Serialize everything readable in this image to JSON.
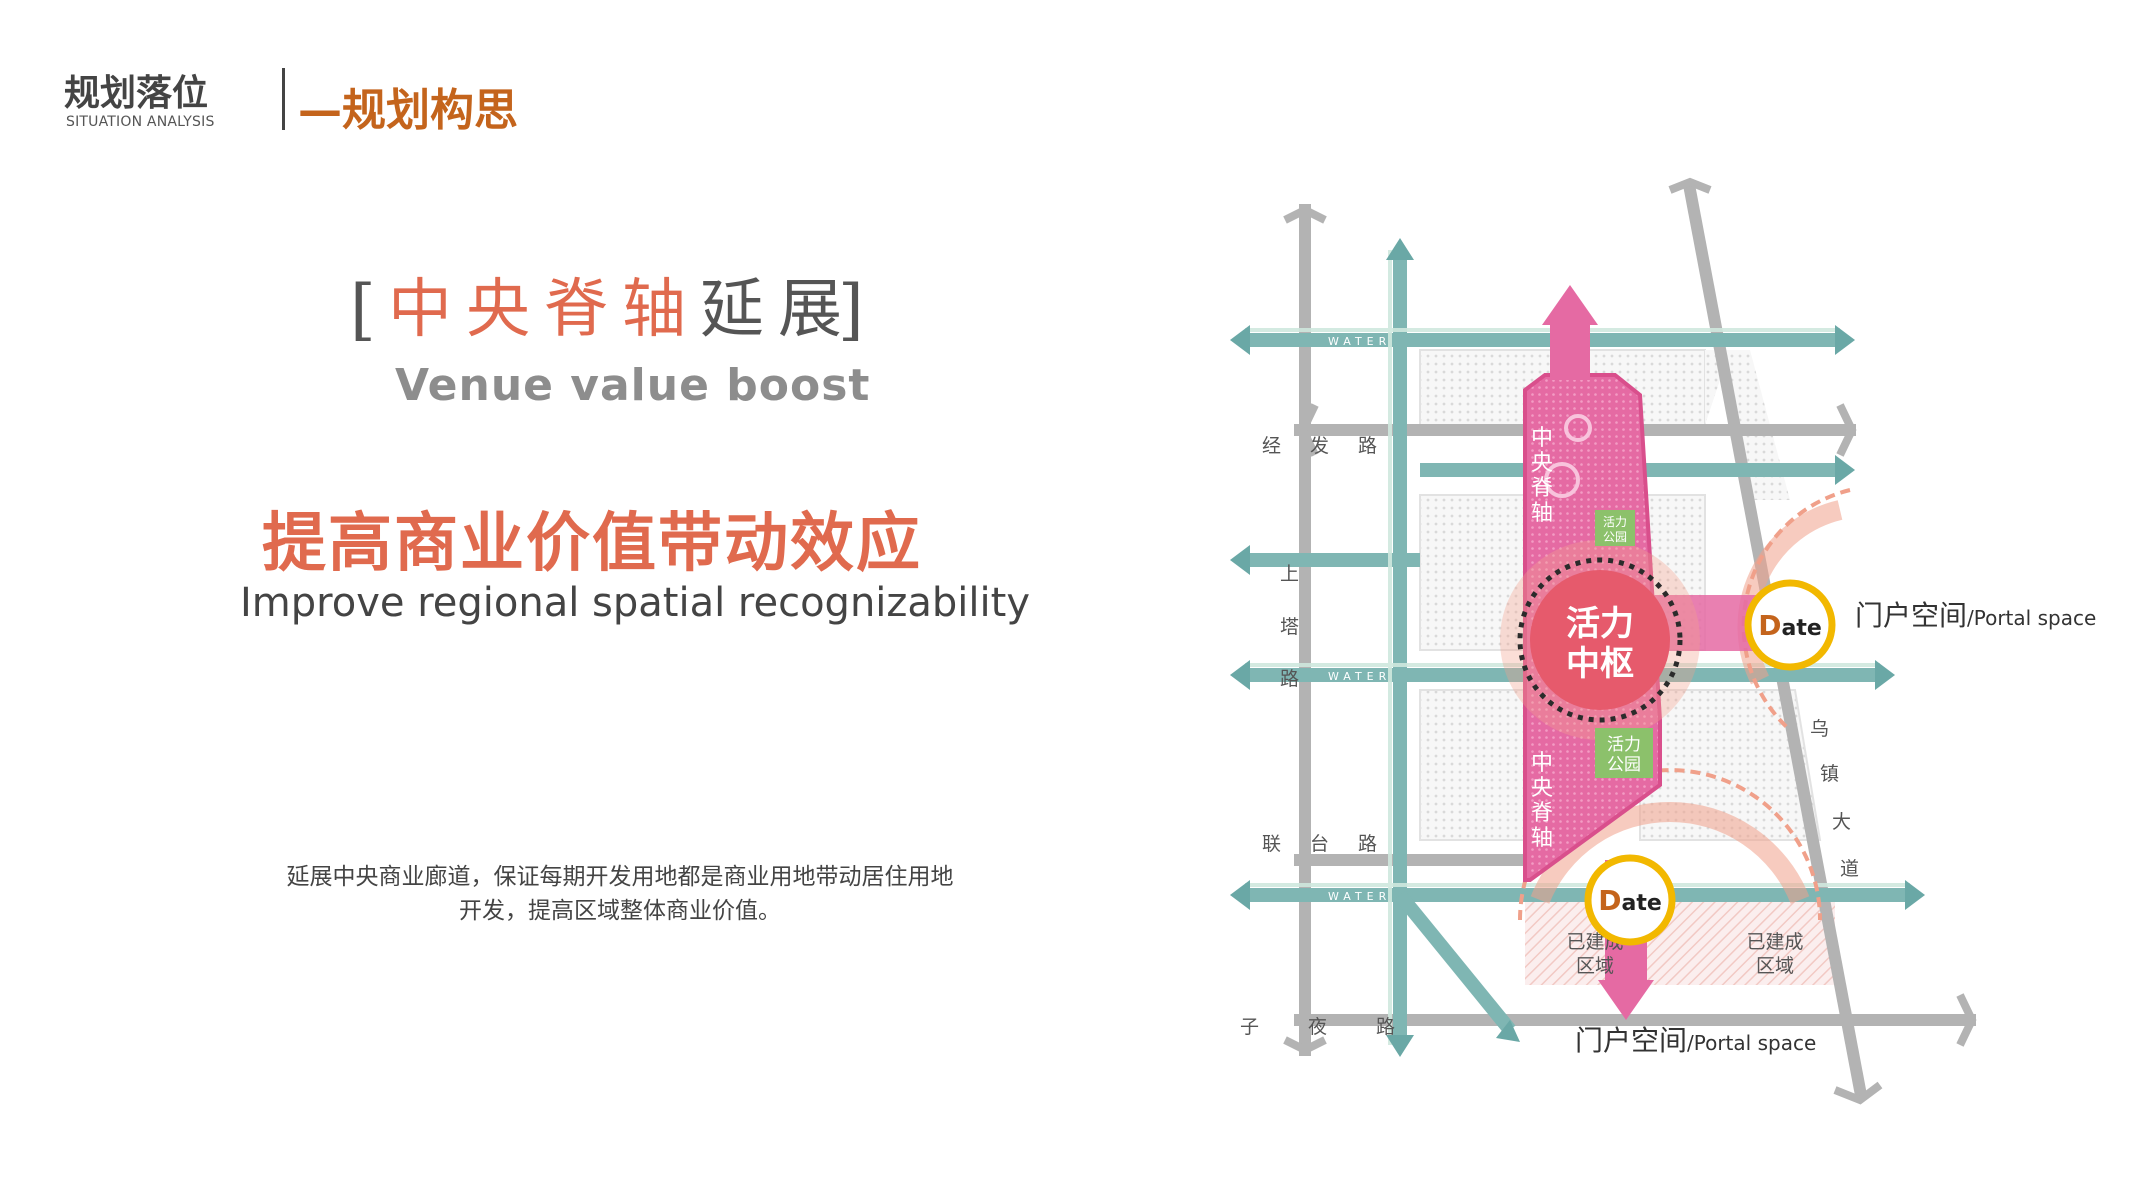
{
  "header": {
    "title": "规划落位",
    "subtitle": "SITUATION ANALYSIS",
    "accent": "—规划构思"
  },
  "heading": {
    "bracket_open": "[",
    "highlight": "中央脊轴",
    "rest": "延展",
    "bracket_close": "]",
    "english": "Venue value boost"
  },
  "slogan": {
    "chinese": "提高商业价值带动效应",
    "english": "Improve regional spatial recognizability"
  },
  "paragraph": {
    "line1": "延展中央商业廊道，保证每期开发用地都是商业用地带动居住用地",
    "line2": "开发，提高区域整体商业价值。"
  },
  "map": {
    "roads": {
      "jingfa": [
        "经",
        "发",
        "路"
      ],
      "shangta": [
        "上",
        "塔",
        "路"
      ],
      "lianhe": [
        "联",
        "台",
        "路"
      ],
      "ziye": [
        "子",
        "夜",
        "路"
      ],
      "wuzhen": [
        "乌",
        "镇",
        "大",
        "道"
      ]
    },
    "water_label": "WATER",
    "spine_label": [
      "中",
      "央",
      "脊",
      "轴"
    ],
    "hub_label": [
      "活力",
      "中枢"
    ],
    "park_label": [
      "活力",
      "公园"
    ],
    "built_label": [
      "已建成",
      "区域"
    ],
    "date_mark": {
      "d": "D",
      "rest": "ate"
    },
    "portal": {
      "cn": "门户空间",
      "en": "/Portal space"
    }
  },
  "colors": {
    "accent_orange": "#c4641c",
    "accent_red": "#e06a4e",
    "teal_road": "#6aa8a6",
    "grey_road": "#b3b3b3",
    "pink_spine": "#e56aa3",
    "yellow_ring": "#f2b800",
    "park_green": "#8cc16b"
  }
}
